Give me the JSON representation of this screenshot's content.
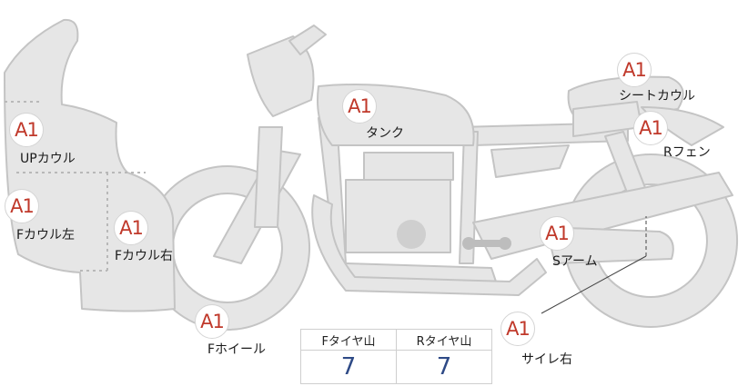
{
  "badge_text": "A1",
  "parts": {
    "up_cowl": "UPカウル",
    "f_cowl_left": "Fカウル左",
    "f_cowl_right": "Fカウル右",
    "f_wheel": "Fホイール",
    "tank": "タンク",
    "seat_cowl": "シートカウル",
    "r_fender": "Rフェン",
    "s_arm": "Sアーム",
    "silencer_right": "サイレ右"
  },
  "tire_table": {
    "headers": [
      "Fタイヤ山",
      "Rタイヤ山"
    ],
    "values": [
      "7",
      "7"
    ]
  },
  "colors": {
    "part_fill": "#e6e6e6",
    "part_stroke": "#bdbdbd",
    "badge_text": "#c0392b",
    "value_text": "#2e4a86"
  }
}
